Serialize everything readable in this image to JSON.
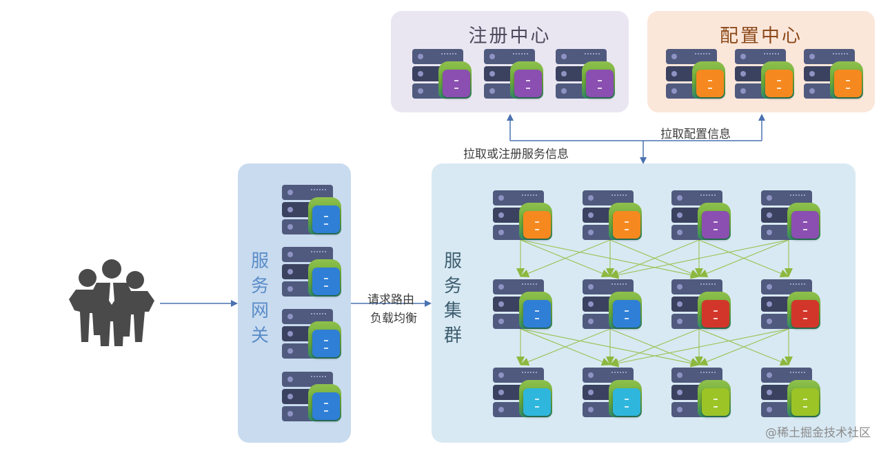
{
  "registry": {
    "title": "注册中心",
    "servers": [
      {
        "chip_color": "#8a4fb0"
      },
      {
        "chip_color": "#8a4fb0"
      },
      {
        "chip_color": "#8a4fb0"
      }
    ]
  },
  "config": {
    "title": "配置中心",
    "servers": [
      {
        "chip_color": "#f5891f"
      },
      {
        "chip_color": "#f5891f"
      },
      {
        "chip_color": "#f5891f"
      }
    ]
  },
  "gateway": {
    "title": "服务网关",
    "title_chars": [
      "服",
      "务",
      "网",
      "关"
    ],
    "servers": [
      {
        "chip_color": "#2f7fd6"
      },
      {
        "chip_color": "#2f7fd6"
      },
      {
        "chip_color": "#2f7fd6"
      },
      {
        "chip_color": "#2f7fd6"
      }
    ]
  },
  "cluster": {
    "title": "服务集群",
    "title_chars": [
      "服",
      "务",
      "集",
      "群"
    ],
    "rows": [
      [
        {
          "chip_color": "#f5891f"
        },
        {
          "chip_color": "#f5891f"
        },
        {
          "chip_color": "#8a4fb0"
        },
        {
          "chip_color": "#8a4fb0"
        }
      ],
      [
        {
          "chip_color": "#2f7fd6"
        },
        {
          "chip_color": "#2f7fd6"
        },
        {
          "chip_color": "#d2362a"
        },
        {
          "chip_color": "#d2362a"
        }
      ],
      [
        {
          "chip_color": "#2fb6dc"
        },
        {
          "chip_color": "#2fb6dc"
        },
        {
          "chip_color": "#9cc427"
        },
        {
          "chip_color": "#9cc427"
        }
      ]
    ],
    "links": [
      {
        "from": [
          0,
          0
        ],
        "to": [
          1,
          0
        ]
      },
      {
        "from": [
          0,
          0
        ],
        "to": [
          1,
          1
        ]
      },
      {
        "from": [
          0,
          0
        ],
        "to": [
          1,
          2
        ]
      },
      {
        "from": [
          0,
          1
        ],
        "to": [
          1,
          0
        ]
      },
      {
        "from": [
          0,
          1
        ],
        "to": [
          1,
          1
        ]
      },
      {
        "from": [
          0,
          1
        ],
        "to": [
          1,
          2
        ]
      },
      {
        "from": [
          0,
          2
        ],
        "to": [
          1,
          1
        ]
      },
      {
        "from": [
          0,
          2
        ],
        "to": [
          1,
          2
        ]
      },
      {
        "from": [
          0,
          2
        ],
        "to": [
          1,
          3
        ]
      },
      {
        "from": [
          0,
          3
        ],
        "to": [
          1,
          1
        ]
      },
      {
        "from": [
          0,
          3
        ],
        "to": [
          1,
          2
        ]
      },
      {
        "from": [
          0,
          3
        ],
        "to": [
          1,
          3
        ]
      },
      {
        "from": [
          1,
          0
        ],
        "to": [
          2,
          0
        ]
      },
      {
        "from": [
          1,
          0
        ],
        "to": [
          2,
          1
        ]
      },
      {
        "from": [
          1,
          0
        ],
        "to": [
          2,
          2
        ]
      },
      {
        "from": [
          1,
          1
        ],
        "to": [
          2,
          0
        ]
      },
      {
        "from": [
          1,
          1
        ],
        "to": [
          2,
          1
        ]
      },
      {
        "from": [
          1,
          1
        ],
        "to": [
          2,
          2
        ]
      },
      {
        "from": [
          1,
          2
        ],
        "to": [
          2,
          1
        ]
      },
      {
        "from": [
          1,
          2
        ],
        "to": [
          2,
          2
        ]
      },
      {
        "from": [
          1,
          2
        ],
        "to": [
          2,
          3
        ]
      },
      {
        "from": [
          1,
          3
        ],
        "to": [
          2,
          1
        ]
      },
      {
        "from": [
          1,
          3
        ],
        "to": [
          2,
          2
        ]
      },
      {
        "from": [
          1,
          3
        ],
        "to": [
          2,
          3
        ]
      }
    ]
  },
  "labels": {
    "pull_register": "拉取或注册服务信息",
    "pull_config": "拉取配置信息",
    "route_line1": "请求路由",
    "route_line2": "负载均衡"
  },
  "users": {
    "icon": "people-group-icon"
  },
  "colors": {
    "arrow": "#4a72b0",
    "link": "#9cc45a"
  },
  "watermark": "@稀土掘金技术社区"
}
